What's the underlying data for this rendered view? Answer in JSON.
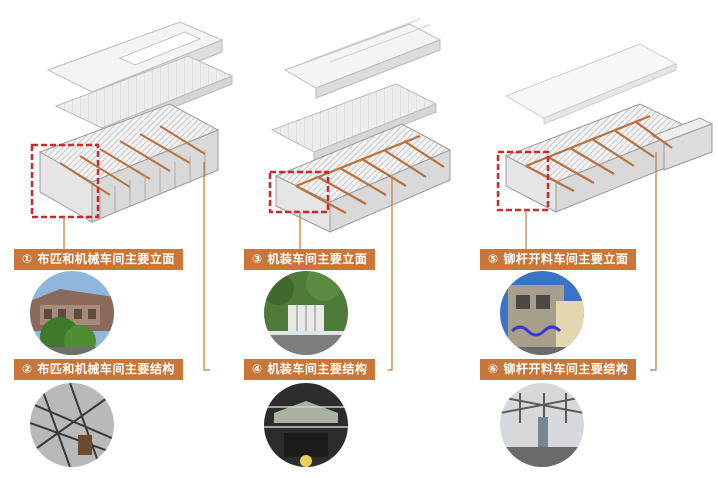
{
  "labels": {
    "l1": "① 布匹和机械车间主要立面",
    "l2": "② 布匹和机械车间主要结构",
    "l3": "③ 机装车间主要立面",
    "l4": "④ 机装车间主要结构",
    "l5": "⑤ 铆杆开料车间主要立面",
    "l6": "⑥ 铆杆开料车间主要结构"
  },
  "colors": {
    "accent": "#c8763a",
    "highlight_box": "#cc2a2a",
    "roof": "#e9e9e9",
    "beam": "#b9723f"
  },
  "photos": [
    {
      "id": "photo-1",
      "subject": "facade-with-tree"
    },
    {
      "id": "photo-2",
      "subject": "steel-roof-trusses"
    },
    {
      "id": "photo-3",
      "subject": "ivy-covered-facade"
    },
    {
      "id": "photo-4",
      "subject": "interior-roof-structure"
    },
    {
      "id": "photo-5",
      "subject": "graffiti-facade"
    },
    {
      "id": "photo-6",
      "subject": "steel-columns-trusses"
    }
  ]
}
